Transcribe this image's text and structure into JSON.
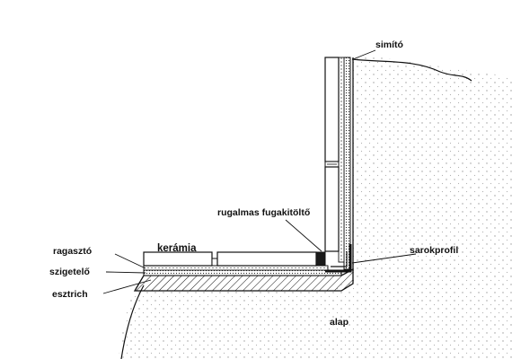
{
  "diagram": {
    "labels": {
      "simito": "simító",
      "rugalmas": "rugalmas fugakitöltő",
      "ragaszto": "ragasztó",
      "keramia": "kerámia",
      "sarokprofil": "sarokprofil",
      "szigetelo": "szigetelő",
      "esztrich": "esztrich",
      "alap": "alap"
    },
    "colors": {
      "line": "#111111",
      "fill_dots": "#9a9a9a",
      "background": "#ffffff"
    }
  }
}
